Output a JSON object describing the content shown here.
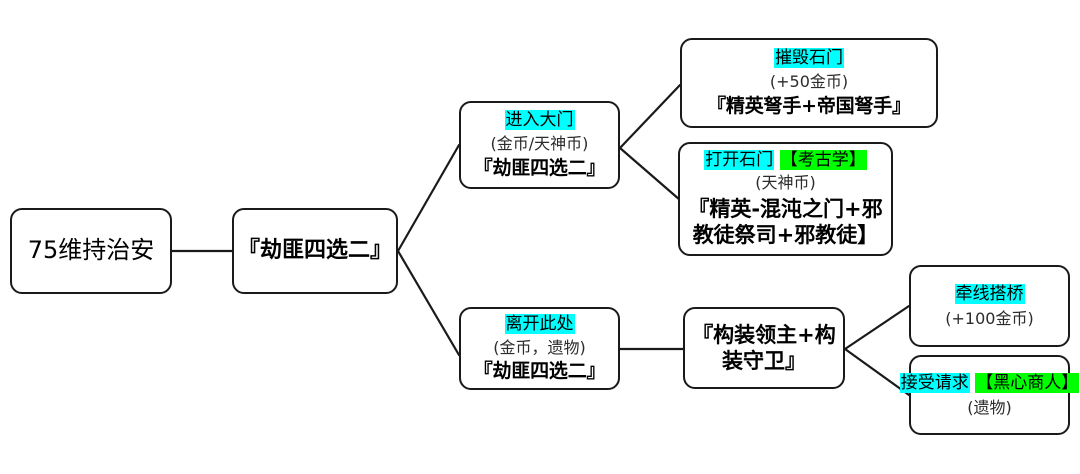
{
  "diagram": {
    "type": "flowchart",
    "title_node": "75维持治安",
    "highlight_colors": {
      "choice": "#00ffff",
      "skill": "#00ff00"
    },
    "nodes": [
      {
        "id": "root",
        "name": "node-maintain-order",
        "label": "75维持治安",
        "style": "plain-large"
      },
      {
        "id": "bandit-root",
        "name": "node-bandit-choice-root",
        "label": "『劫匪四选二』",
        "style": "bold-large"
      },
      {
        "id": "enter-gate",
        "name": "node-enter-gate",
        "choice": "进入大门",
        "cost": "(金币/天神币)",
        "reward": "『劫匪四选二』"
      },
      {
        "id": "destroy-stone-door",
        "name": "node-destroy-stone-door",
        "choice": "摧毁石门",
        "cost": "(+50金币)",
        "reward": "『精英弩手+帝国弩手』"
      },
      {
        "id": "open-stone-door",
        "name": "node-open-stone-door",
        "choice": "打开石门",
        "skill": "【考古学】",
        "cost": "(天神币)",
        "reward_line1": "『精英-混沌之门+邪",
        "reward_line2": "教徒祭司+邪教徒】"
      },
      {
        "id": "leave-here",
        "name": "node-leave-here",
        "choice": "离开此处",
        "cost": "(金币，遗物)",
        "reward": "『劫匪四选二』"
      },
      {
        "id": "construct-lord",
        "name": "node-construct-lord",
        "reward_line1": "『构装领主+构",
        "reward_line2": "装守卫』"
      },
      {
        "id": "build-bridge",
        "name": "node-build-bridge",
        "choice": "牵线搭桥",
        "cost": "(+100金币)"
      },
      {
        "id": "accept-request",
        "name": "node-accept-request",
        "choice": "接受请求",
        "skill": "【黑心商人】",
        "cost": "(遗物)"
      }
    ],
    "edges": [
      {
        "from": "root",
        "to": "bandit-root"
      },
      {
        "from": "bandit-root",
        "to": "enter-gate"
      },
      {
        "from": "bandit-root",
        "to": "leave-here"
      },
      {
        "from": "enter-gate",
        "to": "destroy-stone-door"
      },
      {
        "from": "enter-gate",
        "to": "open-stone-door"
      },
      {
        "from": "leave-here",
        "to": "construct-lord"
      },
      {
        "from": "construct-lord",
        "to": "build-bridge"
      },
      {
        "from": "construct-lord",
        "to": "accept-request"
      }
    ]
  }
}
